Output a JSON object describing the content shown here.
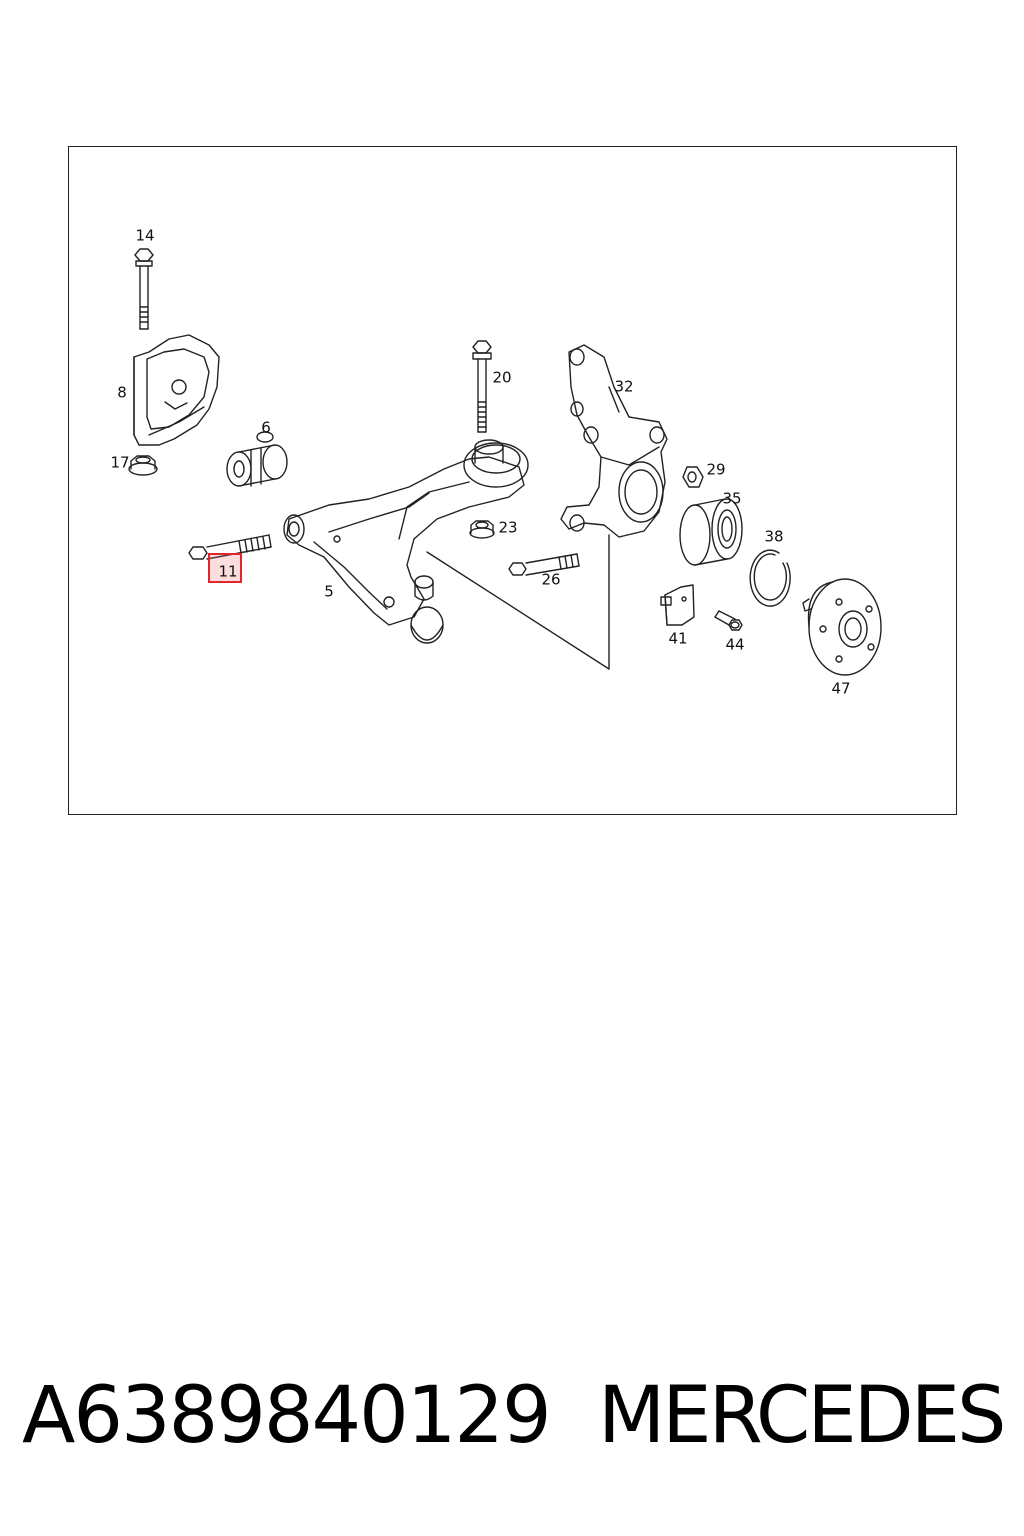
{
  "diagram": {
    "labels": {
      "l14": "14",
      "l8": "8",
      "l17": "17",
      "l6": "6",
      "l11": "11",
      "l5": "5",
      "l20": "20",
      "l23": "23",
      "l26": "26",
      "l32": "32",
      "l29": "29",
      "l35": "35",
      "l38": "38",
      "l41": "41",
      "l44": "44",
      "l47": "47"
    },
    "highlighted_part": "11",
    "colors": {
      "line": "#222222",
      "highlight_border": "#e0262b",
      "highlight_fill": "#f07878"
    }
  },
  "footer": {
    "part_number": "A6389840129",
    "brand": "MERCEDES"
  }
}
